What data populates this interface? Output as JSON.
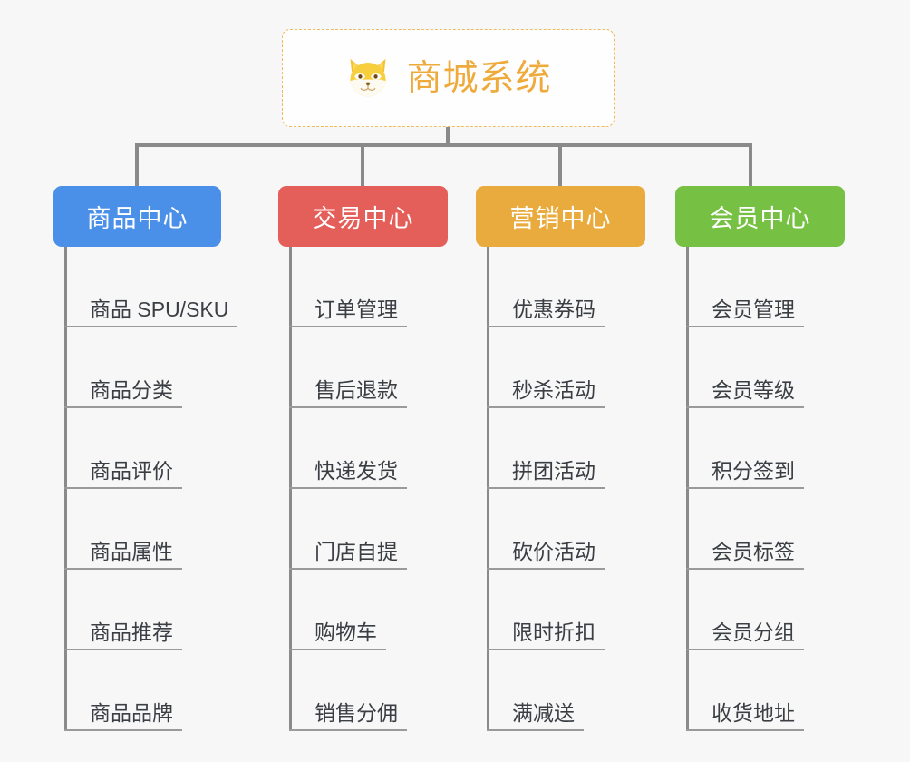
{
  "background_color": "#f7f7f7",
  "root": {
    "title": "商城系统",
    "icon": "shiba-dog-face-icon",
    "text_color": "#eeab3c",
    "border_color": "#f0b95a",
    "fill_color": "#fefefe"
  },
  "connector_color": "#8a8a8a",
  "branches": [
    {
      "title": "商品中心",
      "color": "#4a90e8",
      "items": [
        {
          "label": "商品 SPU/SKU"
        },
        {
          "label": "商品分类"
        },
        {
          "label": "商品评价"
        },
        {
          "label": "商品属性"
        },
        {
          "label": "商品推荐"
        },
        {
          "label": "商品品牌"
        }
      ]
    },
    {
      "title": "交易中心",
      "color": "#e55f5a",
      "items": [
        {
          "label": "订单管理"
        },
        {
          "label": "售后退款"
        },
        {
          "label": "快递发货"
        },
        {
          "label": "门店自提"
        },
        {
          "label": "购物车"
        },
        {
          "label": "销售分佣"
        }
      ]
    },
    {
      "title": "营销中心",
      "color": "#eaab3e",
      "items": [
        {
          "label": "优惠券码"
        },
        {
          "label": "秒杀活动"
        },
        {
          "label": "拼团活动"
        },
        {
          "label": "砍价活动"
        },
        {
          "label": "限时折扣"
        },
        {
          "label": "满减送"
        }
      ]
    },
    {
      "title": "会员中心",
      "color": "#76c043",
      "items": [
        {
          "label": "会员管理"
        },
        {
          "label": "会员等级"
        },
        {
          "label": "积分签到"
        },
        {
          "label": "会员标签"
        },
        {
          "label": "会员分组"
        },
        {
          "label": "收货地址"
        }
      ]
    }
  ]
}
